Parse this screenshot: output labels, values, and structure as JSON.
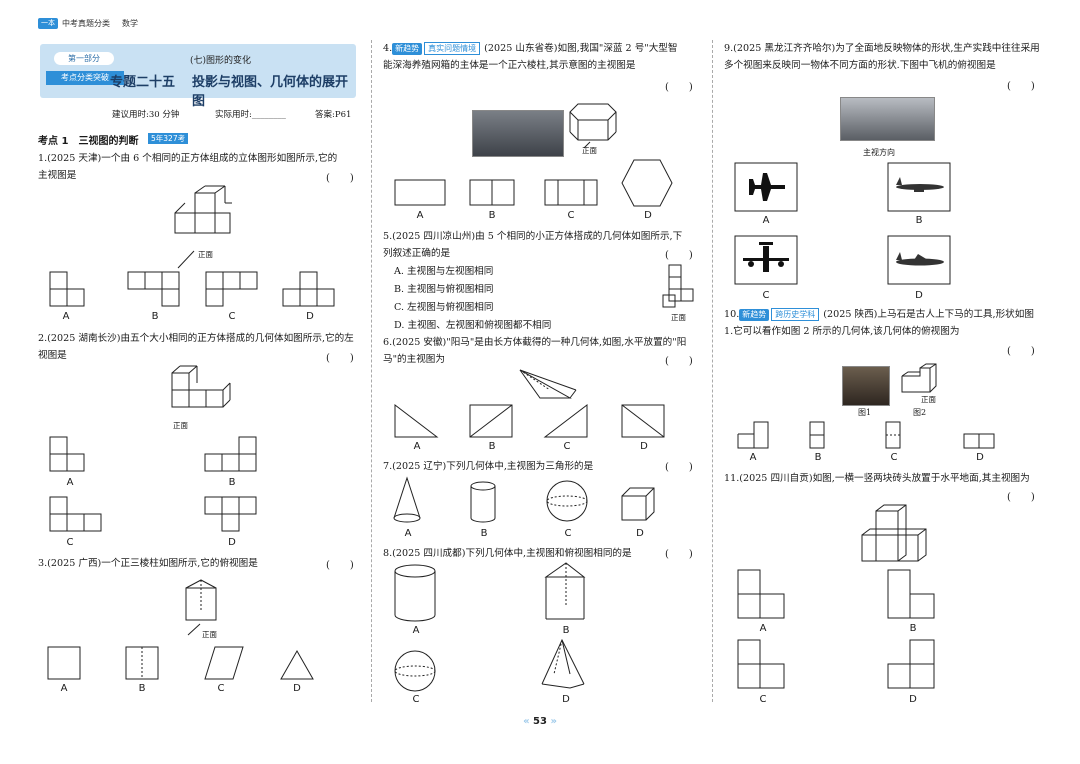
{
  "header": {
    "brand": "一本",
    "series": "中考真题分类",
    "subject": "数学"
  },
  "banner": {
    "part_label": "第一部分",
    "part_sub": "考点分类突破",
    "chapter": "(七)图形的变化",
    "topic_no": "专题二十五",
    "topic_title": "投影与视图、几何体的展开图"
  },
  "meta": {
    "suggest": "建议用时:30 分钟",
    "actual": "实际用时:________",
    "answer": "答案:P61"
  },
  "section1": {
    "title": "考点 1　三视图的判断",
    "badge": "5年327考"
  },
  "q1": {
    "text": "1.(2025 天津)一个由 6 个相同的正方体组成的立体图形如图所示,它的主视图是",
    "paren": "(　　)",
    "front": "正面"
  },
  "q2": {
    "text": "2.(2025 湖南长沙)由五个大小相同的正方体搭成的几何体如图所示,它的左视图是",
    "paren": "(　　)",
    "front": "正面"
  },
  "q3": {
    "text": "3.(2025 广西)一个正三棱柱如图所示,它的俯视图是",
    "paren": "(　　)",
    "front": "正面"
  },
  "q4": {
    "tag": "新趋势",
    "tag2": "真实问题情境",
    "text": "(2025 山东省卷)如图,我国\"深蓝 2 号\"大型智能深海养殖网箱的主体是一个正六棱柱,其示意图的主视图是",
    "num": "4.",
    "paren": "(　　)",
    "front": "正面"
  },
  "q5": {
    "text": "5.(2025 四川凉山州)由 5 个相同的小正方体搭成的几何体如图所示,下列叙述正确的是",
    "paren": "(　　)",
    "front": "正面",
    "options": [
      "A. 主视图与左视图相同",
      "B. 主视图与俯视图相同",
      "C. 左视图与俯视图相同",
      "D. 主视图、左视图和俯视图都不相同"
    ]
  },
  "q6": {
    "text": "6.(2025 安徽)\"阳马\"是由长方体截得的一种几何体,如图,水平放置的\"阳马\"的主视图为",
    "paren": "(　　)"
  },
  "q7": {
    "text": "7.(2025 辽宁)下列几何体中,主视图为三角形的是",
    "paren": "(　　)"
  },
  "q8": {
    "text": "8.(2025 四川成都)下列几何体中,主视图和俯视图相同的是",
    "paren": "(　　)"
  },
  "q9": {
    "text": "9.(2025 黑龙江齐齐哈尔)为了全面地反映物体的形状,生产实践中往往采用多个视图来反映同一物体不同方面的形状.下图中飞机的俯视图是",
    "paren": "(　　)",
    "caption": "主视方向"
  },
  "q10": {
    "num": "10.",
    "tag": "新趋势",
    "tag2": "跨历史学科",
    "text": "(2025 陕西)上马石是古人上下马的工具,形状如图 1.它可以看作如图 2 所示的几何体,该几何体的俯视图为",
    "paren": "(　　)",
    "fig1": "图1",
    "fig2": "图2",
    "front": "正面"
  },
  "q11": {
    "text": "11.(2025 四川自贡)如图,一横一竖两块砖头放置于水平地面,其主视图为",
    "paren": "(　　)"
  },
  "labels": {
    "A": "A",
    "B": "B",
    "C": "C",
    "D": "D"
  },
  "page_number": "53",
  "colors": {
    "banner_bg": "#c9e1f3",
    "accent": "#2e8fd8"
  }
}
